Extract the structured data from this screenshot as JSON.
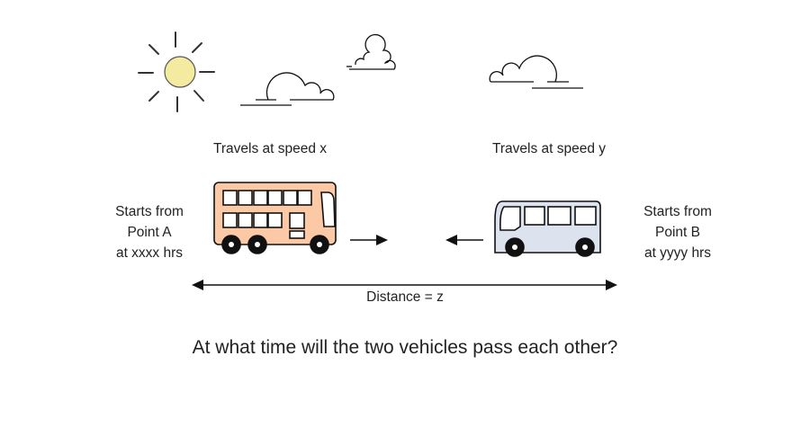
{
  "labels": {
    "speed_a": "Travels at speed x",
    "speed_b": "Travels at speed y",
    "start_a": [
      "Starts from",
      "Point A",
      "at xxxx hrs"
    ],
    "start_b": [
      "Starts from",
      "Point B",
      "at yyyy hrs"
    ],
    "distance": "Distance = z",
    "question": "At what time will the two vehicles pass each other?"
  },
  "colors": {
    "bus_a": "#fcc9a6",
    "bus_b": "#dce2ee",
    "sun": "#f4eaa0",
    "stroke": "#111111"
  }
}
